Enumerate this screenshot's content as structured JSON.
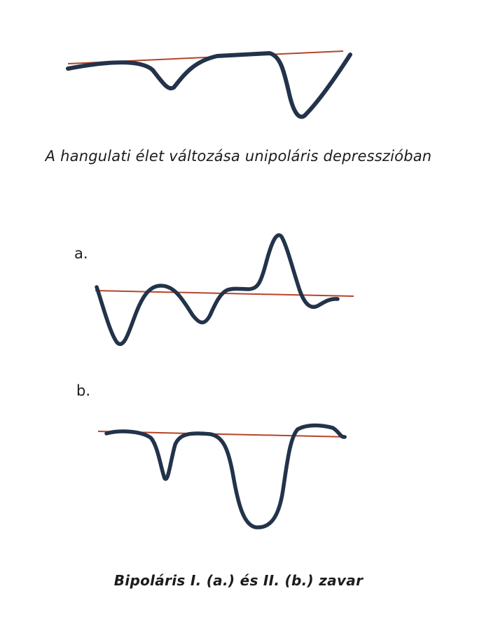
{
  "captions": {
    "unipolar": "A hangulati élet változása unipoláris depresszióban",
    "bipolar": "Bipoláris I. (a.) és II. (b.) zavar"
  },
  "panels": {
    "a_label": "a.",
    "b_label": "b."
  },
  "colors": {
    "mood_line": "#22334a",
    "baseline": "#b5452b",
    "text": "#1c1c1c"
  }
}
